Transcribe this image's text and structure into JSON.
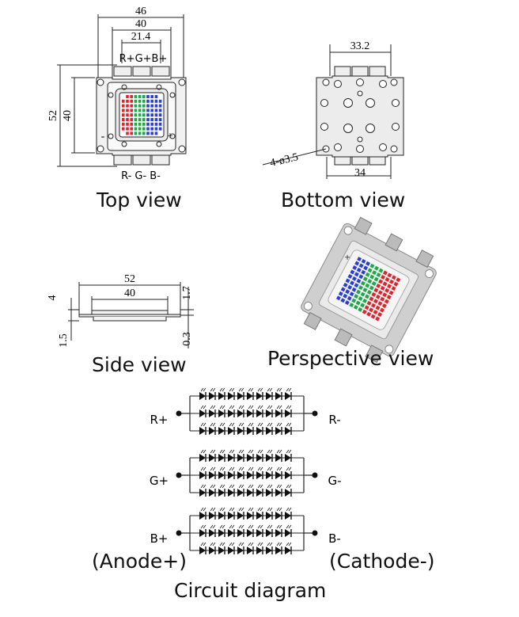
{
  "top_view": {
    "caption": "Top view",
    "dims": {
      "overall_width": "46",
      "body_width": "40",
      "pad_width": "21.4",
      "overall_height": "52",
      "body_height": "40"
    },
    "pins_top": "R+G+B+",
    "pins_bottom": "R- G- B-",
    "minus_mark": "-",
    "plus_mark": "+"
  },
  "bottom_view": {
    "caption": "Bottom view",
    "dims": {
      "top_hole_span": "33.2",
      "bottom_width": "34",
      "hole_callout": "4-ø3.5"
    }
  },
  "side_view": {
    "caption": "Side view",
    "dims": {
      "overall_length": "52",
      "body_length": "40",
      "height": "4",
      "top_step": "1.7",
      "base_thickness": "1.5",
      "lead_thickness": "0.3"
    }
  },
  "perspective_view": {
    "caption": "Perspective view",
    "mark": "+"
  },
  "circuit": {
    "caption": "Circuit diagram",
    "anode_note": "(Anode+)",
    "cathode_note": "(Cathode-)",
    "channels": [
      {
        "plus": "R+",
        "minus": "R-"
      },
      {
        "plus": "G+",
        "minus": "G-"
      },
      {
        "plus": "B+",
        "minus": "B-"
      }
    ],
    "strings_per_channel": 3,
    "leds_per_string": 10
  },
  "colors": {
    "red": "#e0242b",
    "green": "#1ea84a",
    "blue": "#2a3fd6",
    "line": "#222222",
    "plate": "#d9d9d9"
  }
}
